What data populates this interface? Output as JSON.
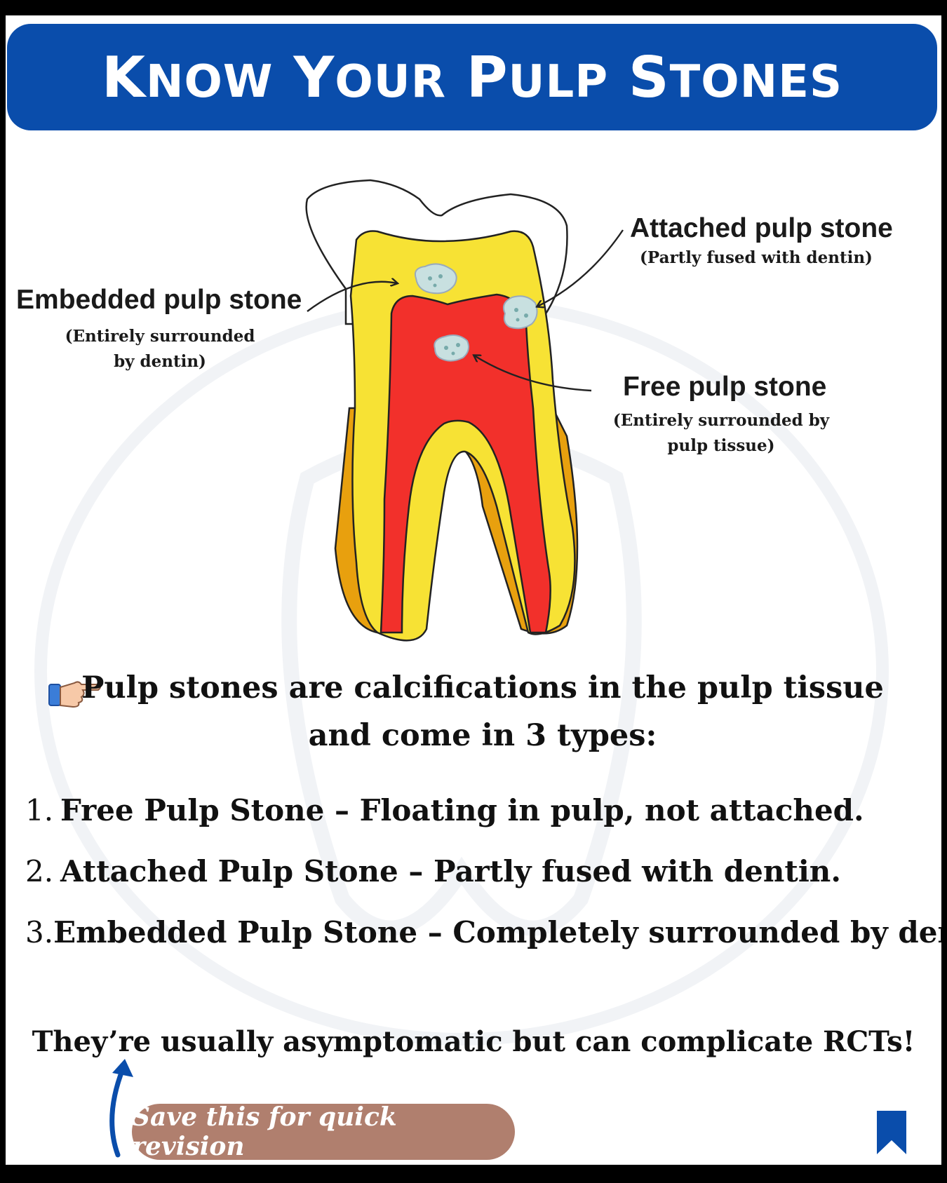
{
  "header": {
    "title_parts": [
      {
        "cap": "K",
        "rest": "NOW"
      },
      {
        "cap": "Y",
        "rest": "OUR"
      },
      {
        "cap": "P",
        "rest": "ULP"
      },
      {
        "cap": "S",
        "rest": "TONES"
      }
    ]
  },
  "diagram": {
    "labels": {
      "embedded": {
        "title": "Embedded pulp stone",
        "sub_line1": "(Entirely surrounded",
        "sub_line2": "by dentin)"
      },
      "attached": {
        "title": "Attached pulp stone",
        "sub": "(Partly fused with dentin)"
      },
      "free": {
        "title": "Free pulp stone",
        "sub_line1": "(Entirely surrounded by",
        "sub_line2": "pulp tissue)"
      }
    },
    "colors": {
      "enamel": "#ffffff",
      "dentin": "#f7e234",
      "pulp": "#f2302b",
      "cementum": "#e8a00e",
      "stone": "#c8e0e0",
      "outline": "#222222"
    }
  },
  "intro": {
    "icon": "pointing-hand-icon",
    "line1": "Pulp stones are calcifications in the pulp tissue",
    "line2": "and come in 3 types:"
  },
  "types": [
    {
      "num": "1.",
      "text": "Free Pulp Stone – Floating in pulp, not attached."
    },
    {
      "num": "2.",
      "text": "Attached Pulp Stone – Partly fused with dentin."
    },
    {
      "num": "3.",
      "text": "Embedded Pulp Stone – Completely surrounded by dentin."
    }
  ],
  "note": "They’re usually asymptomatic but can complicate RCTs!",
  "footer": {
    "save_label": "Save this for quick revision",
    "bookmark_icon": "bookmark-icon",
    "accent": "#0a4dab",
    "pill_color": "#b07f6e"
  }
}
